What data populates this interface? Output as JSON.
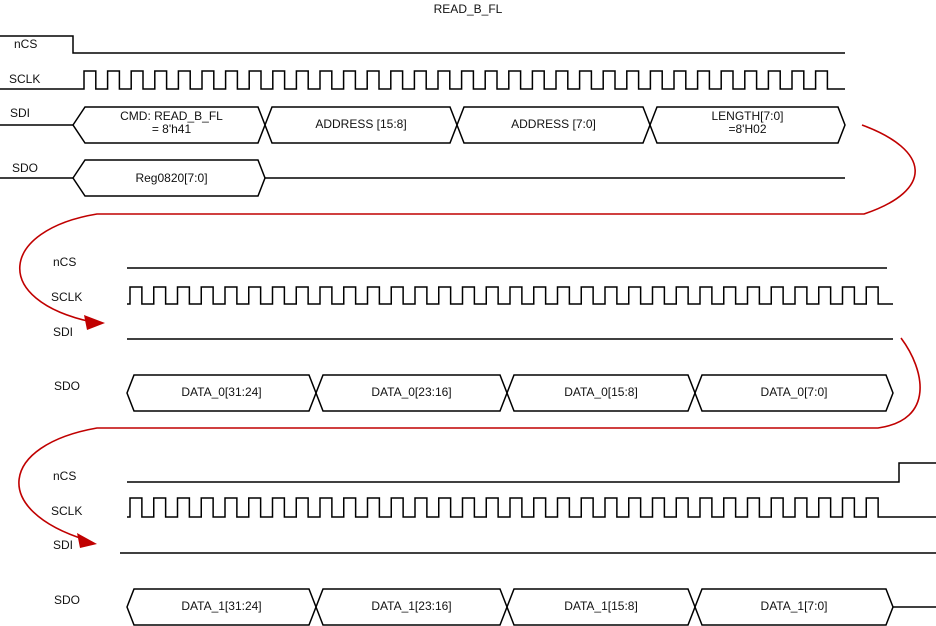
{
  "title": "READ_B_FL",
  "colors": {
    "wave": "#000000",
    "arrow": "#c00000",
    "background": "#ffffff"
  },
  "sections": [
    {
      "signals": {
        "ncs": "nCS",
        "sclk": "SCLK",
        "sdi": "SDI",
        "sdo": "SDO"
      },
      "sdi_segments": [
        "CMD: READ_B_FL",
        "= 8'h41",
        "ADDRESS [15:8]",
        "ADDRESS [7:0]",
        "LENGTH[7:0]",
        "=8'H02"
      ],
      "sdo_segments": [
        "Reg0820[7:0]"
      ]
    },
    {
      "signals": {
        "ncs": "nCS",
        "sclk": "SCLK",
        "sdi": "SDI",
        "sdo": "SDO"
      },
      "sdo_segments": [
        "DATA_0[31:24]",
        "DATA_0[23:16]",
        "DATA_0[15:8]",
        "DATA_0[7:0]"
      ]
    },
    {
      "signals": {
        "ncs": "nCS",
        "sclk": "SCLK",
        "sdi": "SDI",
        "sdo": "SDO"
      },
      "sdo_segments": [
        "DATA_1[31:24]",
        "DATA_1[23:16]",
        "DATA_1[15:8]",
        "DATA_1[7:0]"
      ]
    }
  ]
}
